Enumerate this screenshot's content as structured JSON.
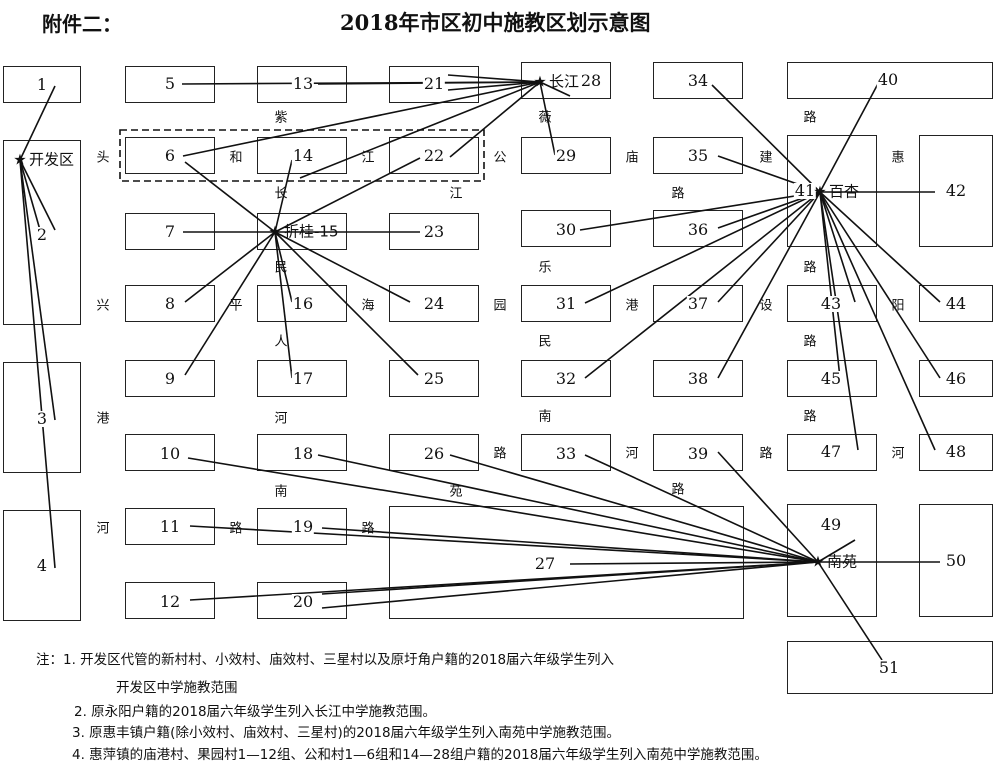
{
  "header": {
    "appendix": "附件二：",
    "title": "2018年市区初中施教区划示意图"
  },
  "blocks": {
    "b1": "1",
    "b2": "2",
    "b3": "3",
    "b4": "4",
    "b5": "5",
    "b6": "6",
    "b7": "7",
    "b8": "8",
    "b9": "9",
    "b10": "10",
    "b11": "11",
    "b12": "12",
    "b13": "13",
    "b14": "14",
    "b16": "16",
    "b17": "17",
    "b18": "18",
    "b19": "19",
    "b20": "20",
    "b21": "21",
    "b22": "22",
    "b23": "23",
    "b24": "24",
    "b25": "25",
    "b26": "26",
    "b27": "27",
    "b28": "28",
    "b29": "29",
    "b30": "30",
    "b31": "31",
    "b32": "32",
    "b33": "33",
    "b34": "34",
    "b35": "35",
    "b36": "36",
    "b37": "37",
    "b38": "38",
    "b39": "39",
    "b40": "40",
    "b41": "41",
    "b42": "42",
    "b43": "43",
    "b44": "44",
    "b45": "45",
    "b46": "46",
    "b47": "47",
    "b48": "48",
    "b49": "49",
    "b50": "50",
    "b51": "51"
  },
  "schools": {
    "kaifaqu": "开发区",
    "changjiang": "长江",
    "zhegui": "折桂-15",
    "baixing": "百杏",
    "nanyuan": "南苑"
  },
  "roads": {
    "r_tou": "头",
    "r_xing": "兴",
    "r_gang": "港",
    "r_he": "河",
    "r_zi": "紫",
    "r_he2": "和",
    "r_jiang": "江",
    "r_chang": "长",
    "r_jiang2": "江",
    "r_min": "民",
    "r_ping": "平",
    "r_ren": "人",
    "r_hai": "海",
    "r_he3": "河",
    "r_nan": "南",
    "r_lu1": "路",
    "r_lu2": "路",
    "r_wei": "薇",
    "r_gong": "公",
    "r_le": "乐",
    "r_yuan": "园",
    "r_min2": "民",
    "r_nan2": "南",
    "r_lu3": "路",
    "r_yuan2": "苑",
    "r_lu4": "路",
    "r_miao": "庙",
    "r_lu5": "路",
    "r_gang2": "港",
    "r_he4": "河",
    "r_lu6": "路",
    "r_jian": "建",
    "r_lu7": "路",
    "r_she": "设",
    "r_lu8": "路",
    "r_lu9": "路",
    "r_lu10": "路",
    "r_hui": "惠",
    "r_yang": "阳",
    "r_he5": "河"
  },
  "notes": [
    "注：1. 开发区代管的新村村、小效村、庙效村、三星村以及原圩角户籍的2018届六年级学生列入",
    "开发区中学施教范围",
    "2. 原永阳户籍的2018届六年级学生列入长江中学施教范围。",
    "3. 原惠丰镇户籍(除小效村、庙效村、三星村)的2018届六年级学生列入南苑中学施教范围。",
    "4. 惠萍镇的庙港村、果园村1—12组、公和村1—6组和14—28组户籍的2018届六年级学生列入南苑中学施教范围。"
  ],
  "colors": {
    "line": "#111111",
    "border": "#222222"
  }
}
